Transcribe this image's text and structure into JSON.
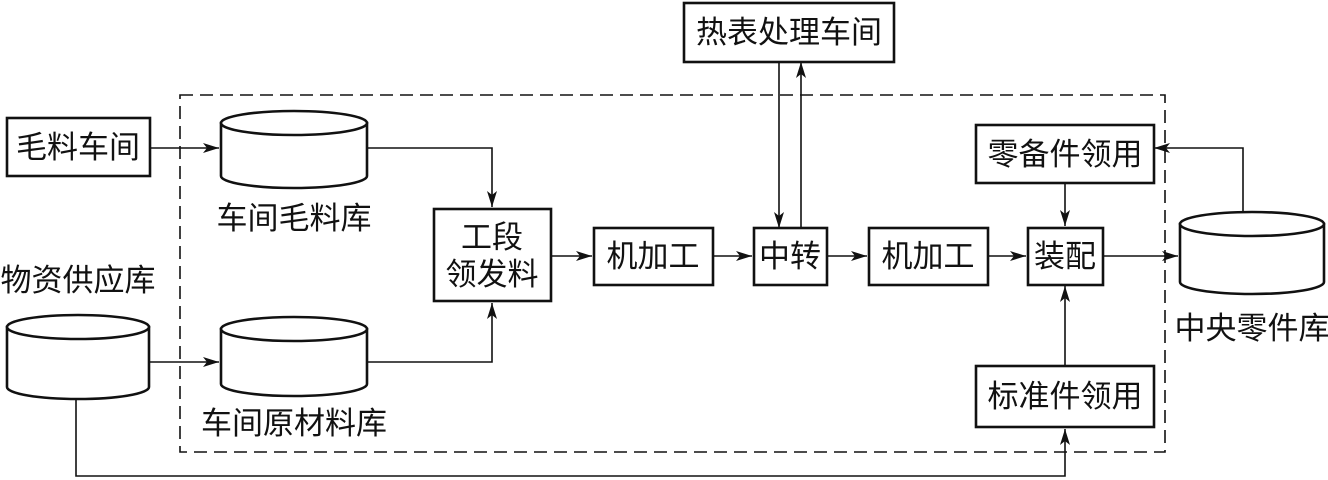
{
  "nodes": {
    "heat_treatment": "热表处理车间",
    "blank_workshop": "毛料车间",
    "workshop_blank_store": "车间毛料库",
    "supply_store": "物资供应库",
    "workshop_raw_store": "车间原材料库",
    "section_issue_line1": "工段",
    "section_issue_line2": "领发料",
    "machining_1": "机加工",
    "transfer": "中转",
    "machining_2": "机加工",
    "spare_parts": "零备件领用",
    "assembly": "装配",
    "standard_parts": "标准件领用",
    "central_store": "中央零件库"
  },
  "colors": {
    "stroke": "#111111",
    "background": "#ffffff"
  }
}
